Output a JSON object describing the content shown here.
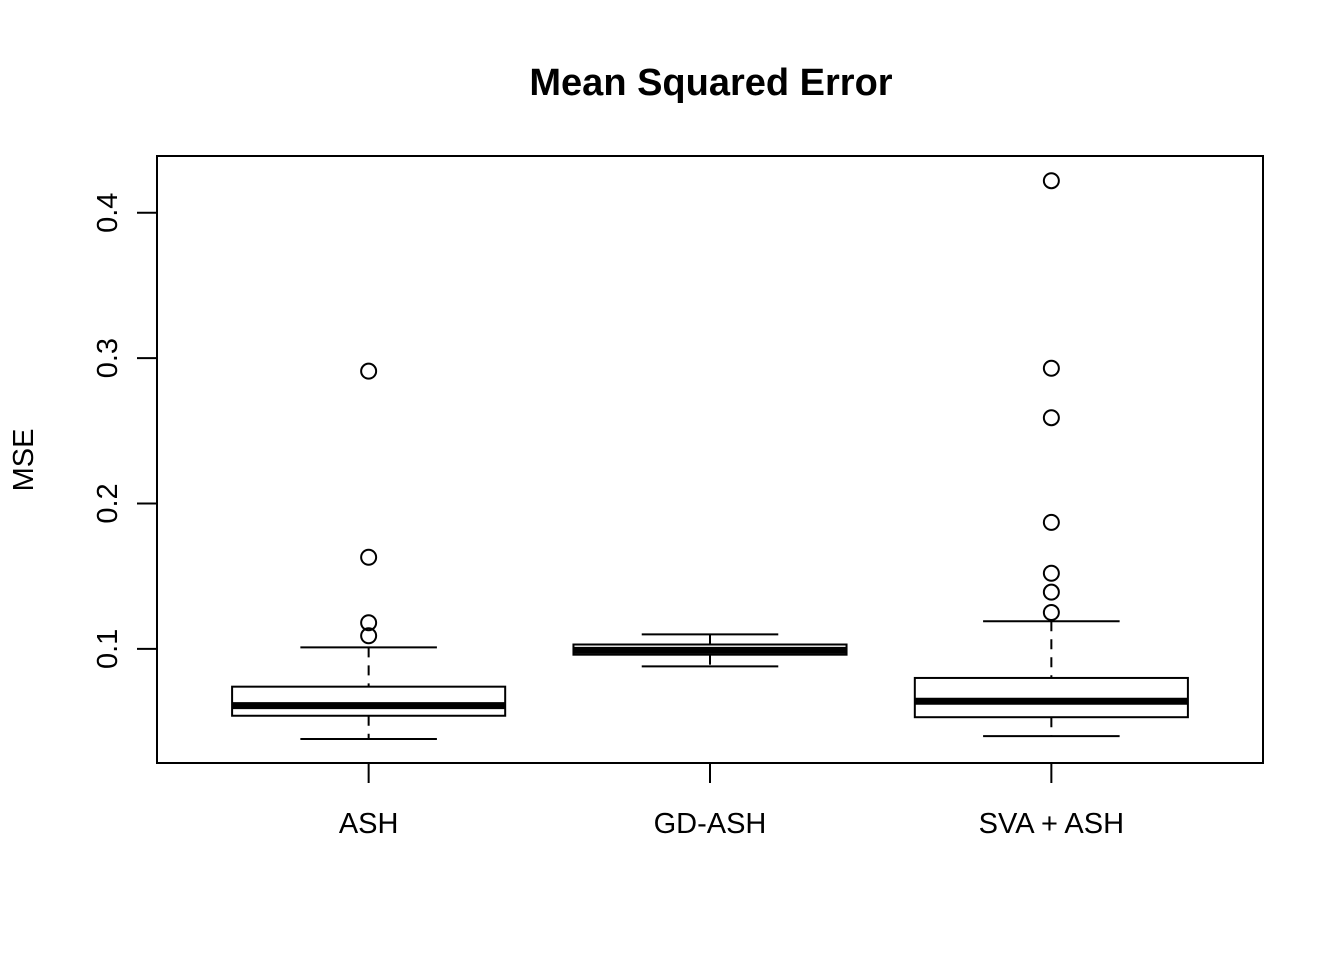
{
  "page": {
    "background_color": "#ffffff",
    "foreground_color": "#000000"
  },
  "chart_data": {
    "type": "boxplot",
    "title": "Mean Squared Error",
    "xlabel": "",
    "ylabel": "MSE",
    "categories": [
      "ASH",
      "GD-ASH",
      "SVA + ASH"
    ],
    "yticks": [
      0.1,
      0.2,
      0.3,
      0.4
    ],
    "ytick_labels": [
      "0.1",
      "0.2",
      "0.3",
      "0.4"
    ],
    "ylim": [
      0.0215,
      0.439
    ],
    "grid": false,
    "legend": "none",
    "box_fill": "#ffffff",
    "line_color": "#000000",
    "series": [
      {
        "name": "ASH",
        "lower_whisker": 0.038,
        "q1": 0.054,
        "median": 0.061,
        "q3": 0.074,
        "upper_whisker": 0.101,
        "outliers": [
          0.109,
          0.118,
          0.163,
          0.291
        ]
      },
      {
        "name": "GD-ASH",
        "lower_whisker": 0.088,
        "q1": 0.096,
        "median": 0.099,
        "q3": 0.103,
        "upper_whisker": 0.11,
        "outliers": []
      },
      {
        "name": "SVA + ASH",
        "lower_whisker": 0.04,
        "q1": 0.053,
        "median": 0.064,
        "q3": 0.08,
        "upper_whisker": 0.119,
        "outliers": [
          0.125,
          0.139,
          0.152,
          0.187,
          0.259,
          0.293,
          0.422
        ]
      }
    ]
  }
}
